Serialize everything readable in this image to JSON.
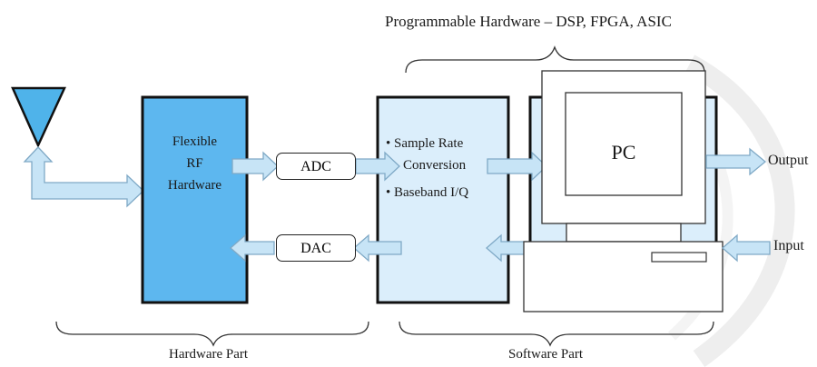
{
  "title": "Programmable Hardware – DSP, FPGA, ASIC",
  "rf_block": {
    "lines": [
      "Flexible",
      "RF",
      "Hardware"
    ]
  },
  "adc": "ADC",
  "dac": "DAC",
  "processing_block": {
    "items": [
      "Sample Rate",
      "Conversion",
      "Baseband I/Q"
    ]
  },
  "pc": "PC",
  "output": "Output",
  "input": "Input",
  "hardware_part": "Hardware Part",
  "software_part": "Software Part",
  "colors": {
    "rf_fill": "#5db7ef",
    "proc_fill": "#dbeefb",
    "arrow_fill": "#c7e4f6",
    "arrow_stroke": "#7fa9c6",
    "antenna_fill": "#4fb3ea"
  }
}
